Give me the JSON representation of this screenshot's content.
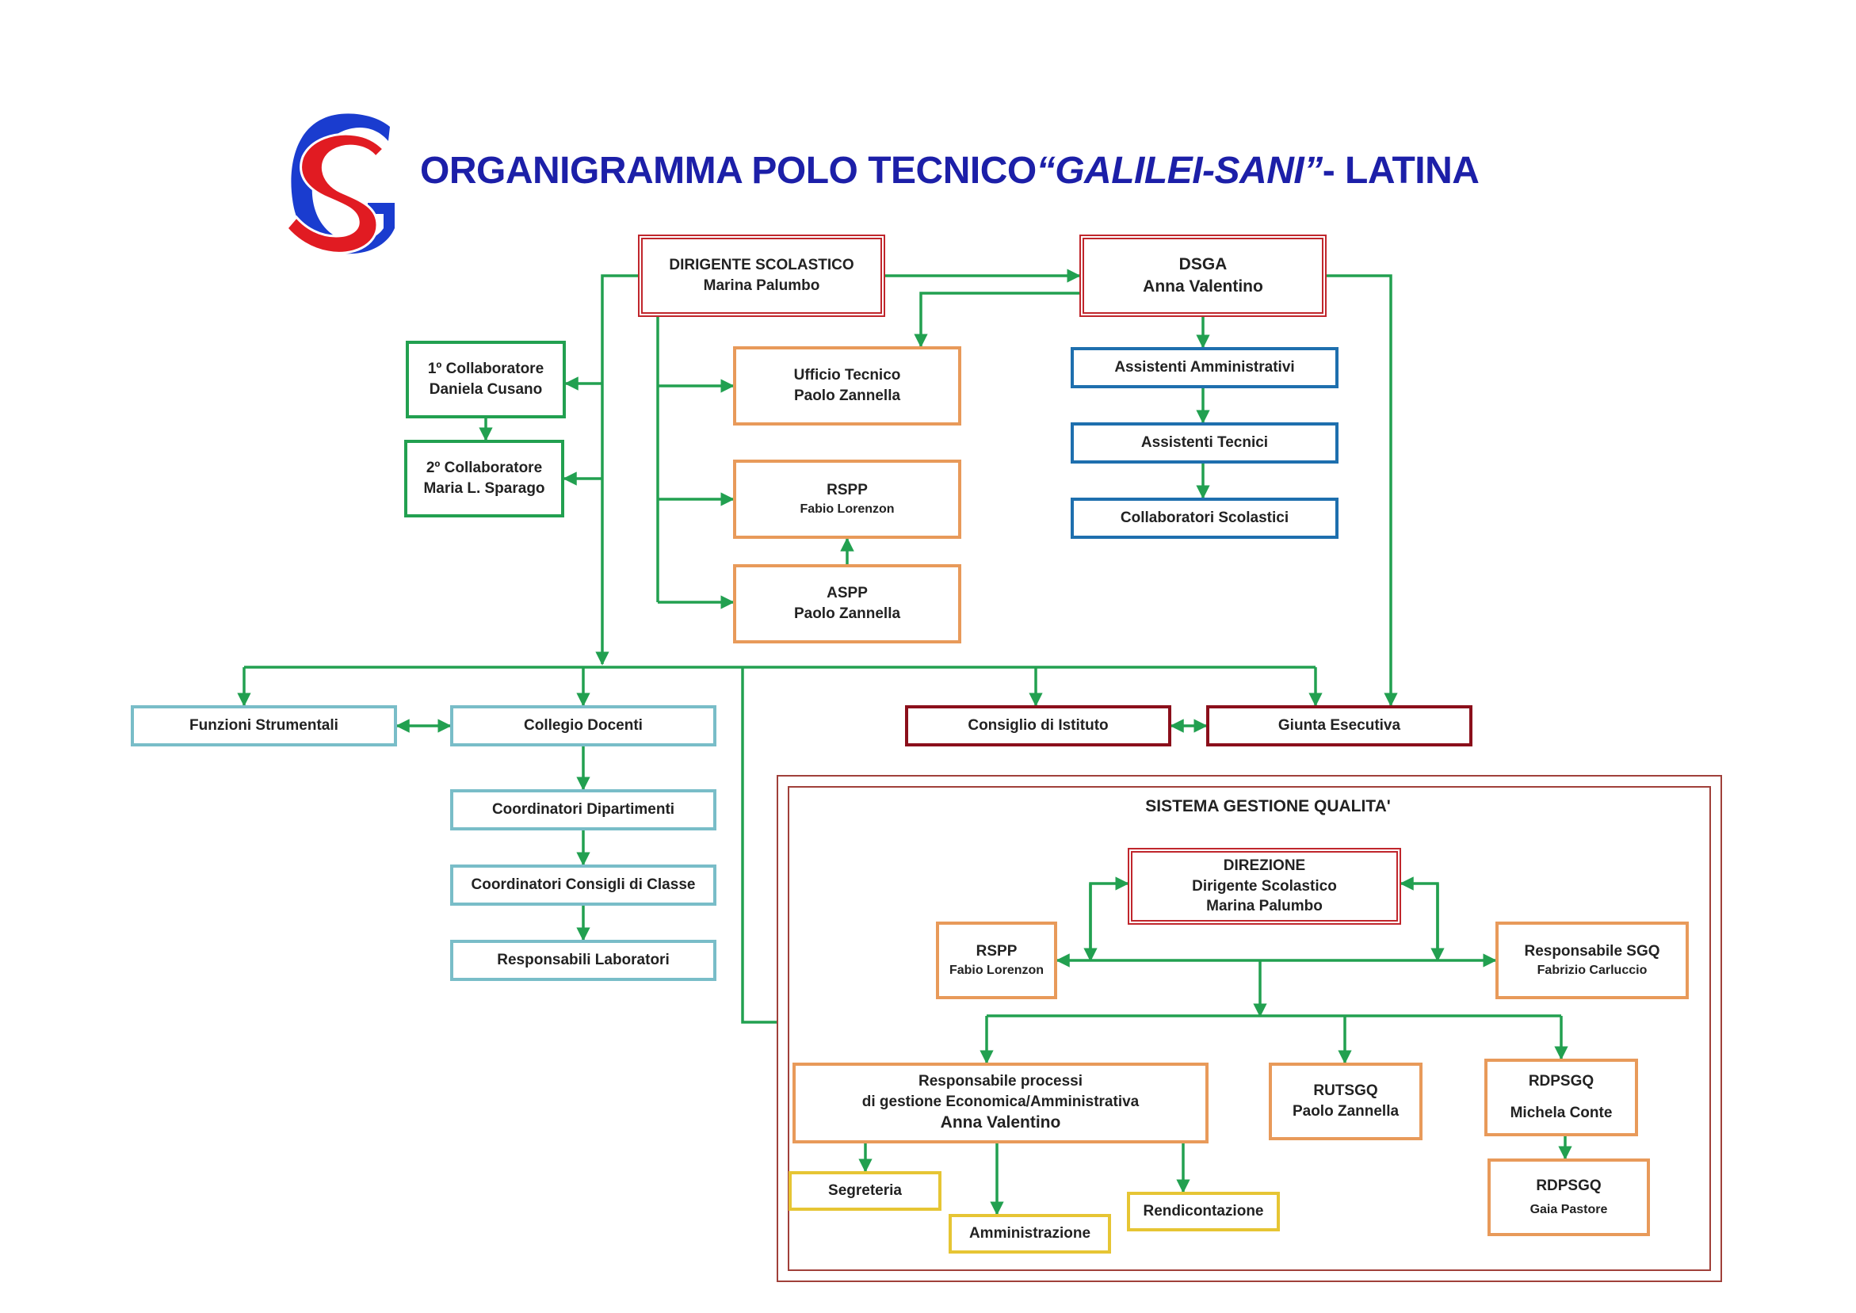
{
  "header": {
    "title_main": "ORGANIGRAMMA POLO TECNICO ",
    "title_italic": "“GALILEI-SANI”",
    "title_tail": " - LATINA"
  },
  "colors": {
    "connector": "#22a050",
    "title": "#1c1fa8",
    "logo_blue": "#1a3ccf",
    "logo_red": "#e11b22",
    "frame": "#a0403a"
  },
  "logo": {
    "icon": "gs-monogram-icon"
  },
  "nodes": {
    "dirigente": {
      "line1": "DIRIGENTE SCOLASTICO",
      "line2": "Marina Palumbo"
    },
    "dsga": {
      "line1": "DSGA",
      "line2": "Anna Valentino"
    },
    "collab1": {
      "line1": "1º Collaboratore",
      "line2": "Daniela Cusano"
    },
    "collab2": {
      "line1": "2º Collaboratore",
      "line2": "Maria L. Sparago"
    },
    "ufficio_tecnico": {
      "line1": "Ufficio Tecnico",
      "line2": "Paolo Zannella"
    },
    "rspp": {
      "line1": "RSPP",
      "line2": "Fabio Lorenzon"
    },
    "aspp": {
      "line1": "ASPP",
      "line2": "Paolo Zannella"
    },
    "assistenti_amm": {
      "label": "Assistenti Amministrativi"
    },
    "assistenti_tec": {
      "label": "Assistenti Tecnici"
    },
    "collab_scol": {
      "label": "Collaboratori Scolastici"
    },
    "funzioni": {
      "label": "Funzioni Strumentali"
    },
    "collegio": {
      "label": "Collegio Docenti"
    },
    "coord_dip": {
      "label": "Coordinatori Dipartimenti"
    },
    "coord_cons": {
      "label": "Coordinatori Consigli di Classe"
    },
    "resp_lab": {
      "label": "Responsabili Laboratori"
    },
    "consiglio": {
      "label": "Consiglio di Istituto"
    },
    "giunta": {
      "label": "Giunta Esecutiva"
    }
  },
  "quality": {
    "title": "SISTEMA GESTIONE QUALITA'",
    "direzione": {
      "line1": "DIREZIONE",
      "line2": "Dirigente Scolastico",
      "line3": "Marina Palumbo"
    },
    "rspp": {
      "line1": "RSPP",
      "line2": "Fabio Lorenzon"
    },
    "resp_sgq": {
      "line1": "Responsabile SGQ",
      "line2": "Fabrizio Carluccio"
    },
    "resp_processi": {
      "line1": "Responsabile processi",
      "line2": "di gestione Economica/Amministrativa",
      "line3": "Anna Valentino"
    },
    "rutsgq": {
      "line1": "RUTSGQ",
      "line2": "Paolo Zannella"
    },
    "rdpsgq1": {
      "line1": "RDPSGQ",
      "line2": "Michela Conte"
    },
    "rdpsgq2": {
      "line1": "RDPSGQ",
      "line2": "Gaia Pastore"
    },
    "segreteria": {
      "label": "Segreteria"
    },
    "amministrazione": {
      "label": "Amministrazione"
    },
    "rendicontazione": {
      "label": "Rendicontazione"
    }
  }
}
